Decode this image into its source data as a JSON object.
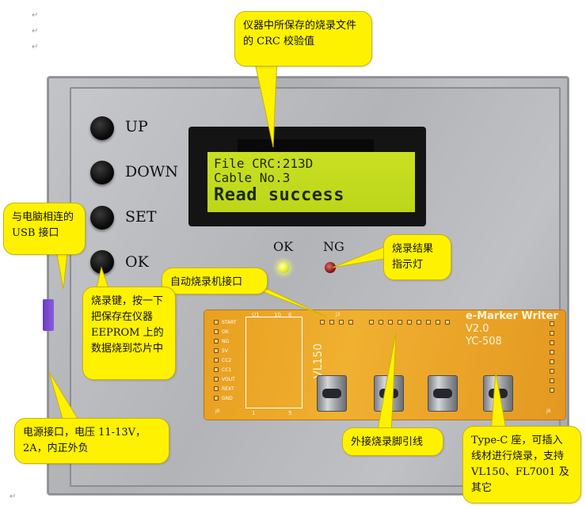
{
  "device": {
    "buttons": [
      {
        "label": "UP"
      },
      {
        "label": "DOWN"
      },
      {
        "label": "SET"
      },
      {
        "label": "OK"
      }
    ],
    "lcd": {
      "line1": "File CRC:213D",
      "line2": "Cable No.3",
      "line3": "Read success"
    },
    "leds": {
      "ok_label": "OK",
      "ng_label": "NG"
    },
    "pcb": {
      "brand": "e-Marker Writer",
      "version": "V2.0",
      "model": "YC-508",
      "chip_label": "VL150",
      "left_header_pins": [
        "START",
        "OK",
        "NG",
        "5V",
        "CC2",
        "CC1",
        "VOUT",
        "REXT",
        "GND"
      ],
      "header_labels": [
        "J6",
        "J3",
        "J8",
        "U1",
        "10",
        "6",
        "1",
        "5"
      ]
    }
  },
  "callouts": {
    "crc_file": "仪器中所保存的烧录文件的 CRC 校验值",
    "usb": "与电脑相连的 USB 接口",
    "result_led": "烧录结果指示灯",
    "auto_port": "自动烧录机接口",
    "burn_key": "烧录键，按一下把保存在仪器 EEPROM 上的数据烧到芯片中",
    "power": "电源接口，电压 11-13V，2A，内正外负",
    "pins": "外接烧录脚引线",
    "typec": "Type-C 座，可插入线材进行烧录，支持 VL150、FL7001 及其它"
  },
  "colors": {
    "bubble": "#fff200",
    "lcd_bg": "#c3dc1e",
    "pcb": "#eba828",
    "enclosure": "#b4b6ba"
  }
}
